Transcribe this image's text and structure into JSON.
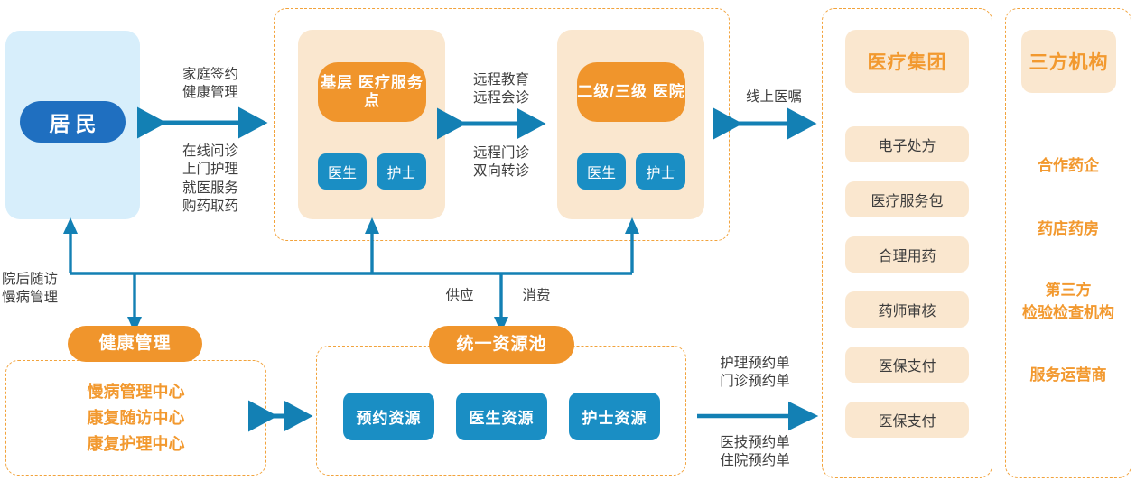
{
  "colors": {
    "blue_dark": "#1f6fc0",
    "blue": "#1a8ec4",
    "blue_line": "#1380b4",
    "orange": "#f0952c",
    "orange_text": "#f2992f",
    "beige": "#fae7cf",
    "light_blue_bg": "#d7eefb",
    "dashed_border": "#f2a33c",
    "text": "#3f3f3f"
  },
  "resident": {
    "label": "居民"
  },
  "edges": {
    "resident_to_center_top": "家庭签约\n健康管理",
    "resident_to_center_bottom": "在线问诊\n上门护理\n就医服务\n购药取药",
    "center_inner_top": "远程教育\n远程会诊",
    "center_inner_bottom": "远程门诊\n双向转诊",
    "center_to_group": "线上医嘱",
    "resident_followup": "院后随访\n慢病管理",
    "supply": "供应",
    "consume": "消费",
    "pool_to_group_top": "护理预约单\n门诊预约单",
    "pool_to_group_bottom": "医技预约单\n住院预约单"
  },
  "center": {
    "primary_care": {
      "title": "基层\n医疗服务点",
      "roles": [
        "医生",
        "护士"
      ]
    },
    "hospital": {
      "title": "二级/三级\n医院",
      "roles": [
        "医生",
        "护士"
      ]
    }
  },
  "medical_group": {
    "title": "医疗集团",
    "items": [
      "电子处方",
      "医疗服务包",
      "合理用药",
      "药师审核",
      "医保支付",
      "医保支付"
    ]
  },
  "third_party": {
    "title": "三方机构",
    "items": [
      "合作药企",
      "药店药房",
      "第三方\n检验检查机构",
      "服务运营商"
    ]
  },
  "health_management": {
    "title": "健康管理",
    "items": [
      "慢病管理中心",
      "康复随访中心",
      "康复护理中心"
    ]
  },
  "resource_pool": {
    "title": "统一资源池",
    "items": [
      "预约资源",
      "医生资源",
      "护士资源"
    ]
  }
}
